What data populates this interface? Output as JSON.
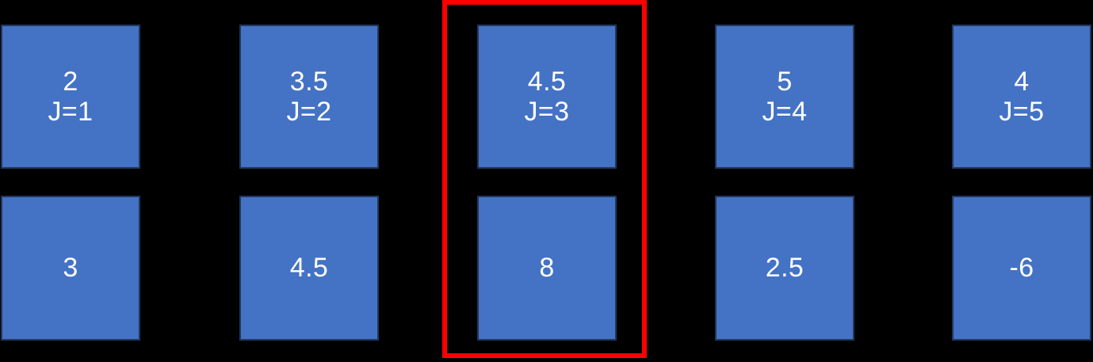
{
  "diagram": {
    "title": "",
    "colors": {
      "background": "#000000",
      "cell_fill": "#4472C4",
      "cell_border": "#20365E",
      "cell_text": "#FFFFFF",
      "highlight": "#FF0000"
    },
    "rows": [
      {
        "name": "top-row",
        "cells": [
          {
            "value": "2",
            "index_label": "J=1"
          },
          {
            "value": "3.5",
            "index_label": "J=2"
          },
          {
            "value": "4.5",
            "index_label": "J=3"
          },
          {
            "value": "5",
            "index_label": "J=4"
          },
          {
            "value": "4",
            "index_label": "J=5"
          }
        ]
      },
      {
        "name": "bottom-row",
        "cells": [
          {
            "value": "3",
            "index_label": ""
          },
          {
            "value": "4.5",
            "index_label": ""
          },
          {
            "value": "8",
            "index_label": ""
          },
          {
            "value": "2.5",
            "index_label": ""
          },
          {
            "value": "-6",
            "index_label": ""
          }
        ]
      }
    ],
    "highlight": {
      "name": "highlight-box",
      "column_index": 3,
      "color": "#FF0000"
    }
  }
}
